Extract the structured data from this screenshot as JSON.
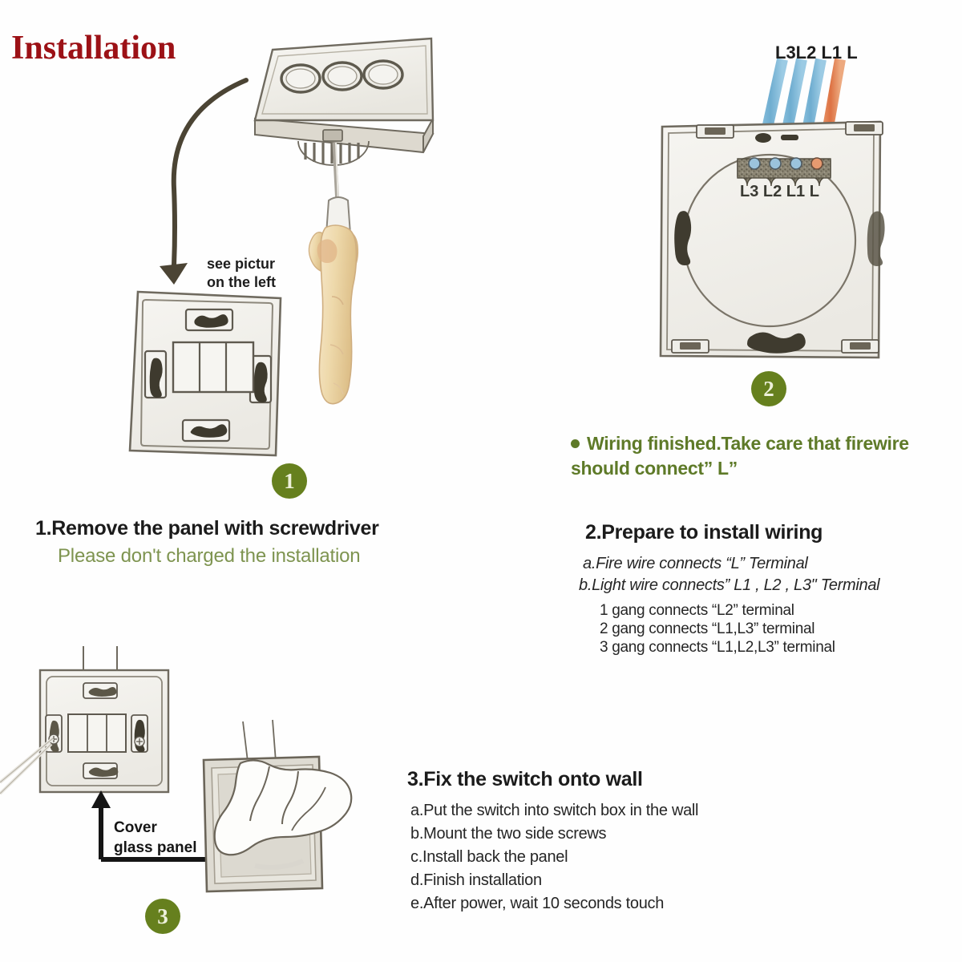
{
  "page": {
    "title": "Installation",
    "title_color": "#9c1116",
    "background": "#ffffff"
  },
  "theme": {
    "badge_color": "#66801e",
    "badge_text_color": "#edf0da",
    "green_text": "#7e9450",
    "green_bold_text": "#5e7a28",
    "body_text": "#1b1b1b",
    "wire_live_color": "#e08050",
    "wire_load_color": "#7eb8d8",
    "plate_fill": "#f2f1ed",
    "plate_stroke": "#6a6459",
    "skin_color": "#efd9b3"
  },
  "badges": [
    {
      "name": "step-1-badge",
      "label": "1"
    },
    {
      "name": "step-2-badge",
      "label": "2"
    },
    {
      "name": "step-3-badge",
      "label": "3"
    }
  ],
  "annotations": {
    "see_picture_line1": "see pictur",
    "see_picture_line2": "on the left",
    "cover_line1": "Cover",
    "cover_line2": "glass panel"
  },
  "wire_labels": {
    "top_row": "L3L2 L1 L",
    "terminal_row": "L3 L2 L1  L",
    "items": [
      "L3",
      "L2",
      "L1",
      "L"
    ]
  },
  "steps": [
    {
      "number": "1",
      "heading": "1.Remove the panel with screwdriver",
      "note": "Please don't charged the installation",
      "note_style": "green"
    },
    {
      "number": "2",
      "bullet": "Wiring finished.Take care that firewire should connect”  L”",
      "heading": "2.Prepare to install wiring",
      "items": [
        "a.Fire wire connects  “L”  Terminal",
        "b.Light wire connects”  L1 , L2 , L3\" Terminal"
      ],
      "gangs": [
        "1 gang connects  “L2”  terminal",
        "2 gang connects  “L1,L3”  terminal",
        "3 gang connects  “L1,L2,L3”  terminal"
      ]
    },
    {
      "number": "3",
      "heading": "3.Fix the switch onto wall",
      "items": [
        "a.Put the switch into switch box in the wall",
        "b.Mount the two side screws",
        "c.Install back the panel",
        "d.Finish installation",
        "e.After power, wait 10 seconds touch"
      ]
    }
  ],
  "illustrations": [
    {
      "name": "glass-touch-panel-3-gang",
      "touch_circles": 3,
      "position": "top-center-left"
    },
    {
      "name": "hand-with-screwdriver",
      "position": "center-left"
    },
    {
      "name": "switch-base-plate-front",
      "slots": 4,
      "position": "mid-left"
    },
    {
      "name": "switch-back-plate-wired",
      "terminals": 4,
      "position": "top-right"
    },
    {
      "name": "switch-module-mounted-with-screws",
      "position": "bottom-left"
    },
    {
      "name": "hand-placing-glass-panel",
      "touch_circles": 2,
      "position": "bottom-center-left"
    }
  ]
}
